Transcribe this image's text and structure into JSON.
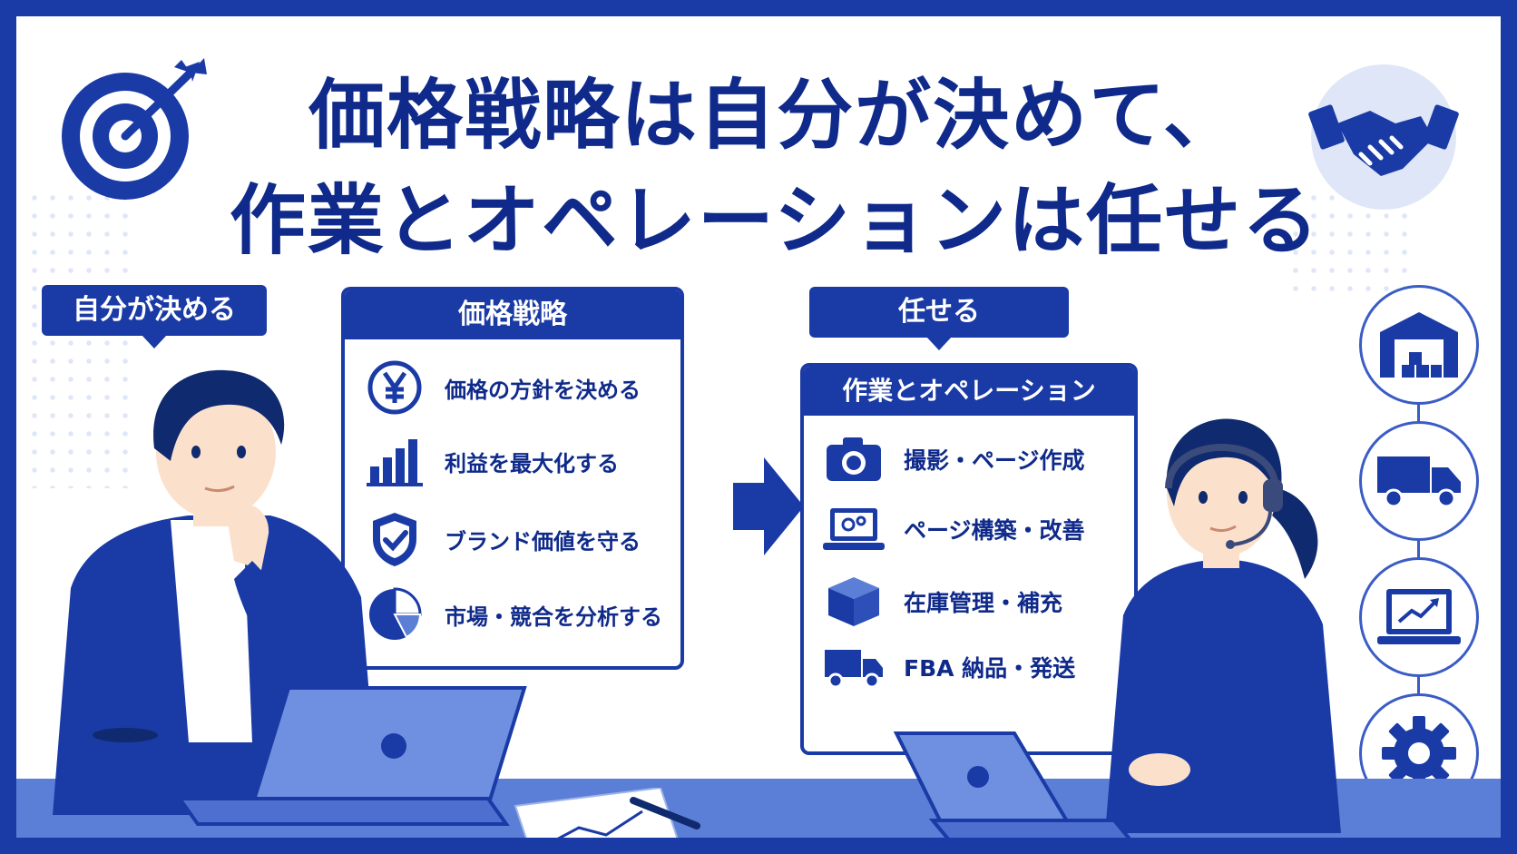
{
  "title": {
    "line1": "価格戦略は自分が決めて、",
    "line2": "作業とオペレーションは任せる"
  },
  "left": {
    "bubble": "自分が決める",
    "card_title": "価格戦略",
    "items": [
      {
        "label": "価格の方針を決める",
        "icon": "yen-icon"
      },
      {
        "label": "利益を最大化する",
        "icon": "bar-chart-icon"
      },
      {
        "label": "ブランド価値を守る",
        "icon": "shield-check-icon"
      },
      {
        "label": "市場・競合を分析する",
        "icon": "pie-chart-icon"
      }
    ]
  },
  "right": {
    "bubble": "任せる",
    "card_title": "作業とオペレーション",
    "items": [
      {
        "label": "撮影・ページ作成",
        "icon": "camera-icon"
      },
      {
        "label": "ページ構築・改善",
        "icon": "laptop-gear-icon"
      },
      {
        "label": "在庫管理・補充",
        "icon": "box-icon"
      },
      {
        "label": "FBA 納品・発送",
        "icon": "truck-icon"
      }
    ]
  },
  "side_icons": [
    "warehouse-icon",
    "truck-icon",
    "laptop-chart-icon",
    "gear-icon"
  ],
  "colors": {
    "primary": "#1a3aa6",
    "dark": "#0f2a8a",
    "light": "#dfe6f7",
    "desk": "#5b7ed6"
  }
}
